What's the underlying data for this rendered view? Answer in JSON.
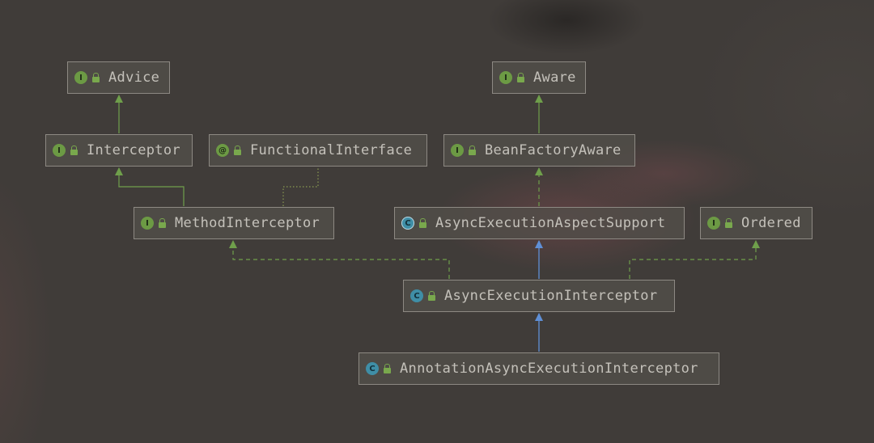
{
  "diagram": {
    "nodes": {
      "advice": {
        "name": "Advice",
        "kind": "interface",
        "badge": "I"
      },
      "aware": {
        "name": "Aware",
        "kind": "interface",
        "badge": "I"
      },
      "interceptor": {
        "name": "Interceptor",
        "kind": "interface",
        "badge": "I"
      },
      "functional_interface": {
        "name": "FunctionalInterface",
        "kind": "annotation",
        "badge": "@"
      },
      "bean_factory_aware": {
        "name": "BeanFactoryAware",
        "kind": "interface",
        "badge": "I"
      },
      "method_interceptor": {
        "name": "MethodInterceptor",
        "kind": "interface",
        "badge": "I"
      },
      "async_execution_aspect_support": {
        "name": "AsyncExecutionAspectSupport",
        "kind": "abstract-class",
        "badge": "C"
      },
      "ordered": {
        "name": "Ordered",
        "kind": "interface",
        "badge": "I"
      },
      "async_execution_interceptor": {
        "name": "AsyncExecutionInterceptor",
        "kind": "class",
        "badge": "C"
      },
      "annotation_async_execution_interceptor": {
        "name": "AnnotationAsyncExecutionInterceptor",
        "kind": "class",
        "badge": "C"
      }
    },
    "edges": [
      {
        "from": "Interceptor",
        "to": "Advice",
        "type": "extends"
      },
      {
        "from": "MethodInterceptor",
        "to": "Interceptor",
        "type": "extends"
      },
      {
        "from": "MethodInterceptor",
        "to": "FunctionalInterface",
        "type": "annotated-with"
      },
      {
        "from": "BeanFactoryAware",
        "to": "Aware",
        "type": "extends"
      },
      {
        "from": "AsyncExecutionAspectSupport",
        "to": "BeanFactoryAware",
        "type": "implements"
      },
      {
        "from": "AsyncExecutionInterceptor",
        "to": "AsyncExecutionAspectSupport",
        "type": "extends"
      },
      {
        "from": "AsyncExecutionInterceptor",
        "to": "MethodInterceptor",
        "type": "implements"
      },
      {
        "from": "AsyncExecutionInterceptor",
        "to": "Ordered",
        "type": "implements"
      },
      {
        "from": "AnnotationAsyncExecutionInterceptor",
        "to": "AsyncExecutionInterceptor",
        "type": "extends"
      }
    ],
    "colors": {
      "interface_extends": "#6f9f4b",
      "implements": "#6f9f4b",
      "class_extends": "#5f8fd6",
      "annotation": "#8a9a52",
      "interface_badge": "#6c9a44",
      "class_badge": "#3f8ea6",
      "node_text": "#c4c1ba",
      "node_border": "#8d8983"
    }
  }
}
